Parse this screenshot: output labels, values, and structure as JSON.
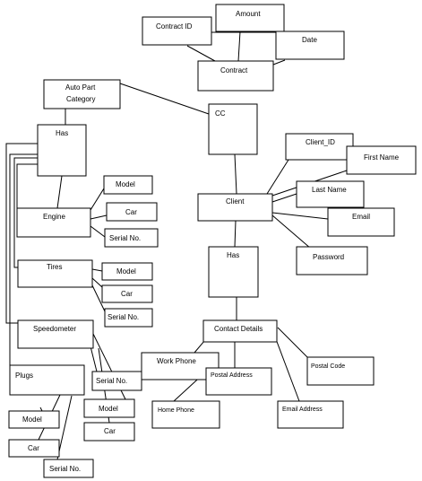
{
  "nodes": {
    "contract_id": "Contract ID",
    "amount": "Amount",
    "date": "Date",
    "contract": "Contract",
    "auto_part_category_line1": "Auto Part",
    "auto_part_category_line2": "Category",
    "cc": "CC",
    "has_parts": "Has",
    "client_id": "Client_ID",
    "first_name": "First Name",
    "last_name": "Last Name",
    "client": "Client",
    "email": "Email",
    "password": "Password",
    "model_engine": "Model",
    "car_engine": "Car",
    "serial_engine": "Serial  No.",
    "engine": "Engine",
    "has_client": "Has",
    "tires": "Tires",
    "model_tires": "Model",
    "car_tires": "Car",
    "serial_tires": "Serial  No.",
    "speedometer": "Speedometer",
    "contact_details": "Contact Details",
    "postal_code": "Postal Code",
    "work_phone": "Work Phone",
    "postal_address": "Postal Address",
    "serial_speedo": "Serial  No.",
    "plugs": "Plugs",
    "model_speedo": "Model",
    "home_phone": "Home Phone",
    "email_address": "Email Address",
    "model_plugs": "Model",
    "car_speedo": "Car",
    "car_plugs": "Car",
    "serial_plugs": "Serial  No."
  }
}
